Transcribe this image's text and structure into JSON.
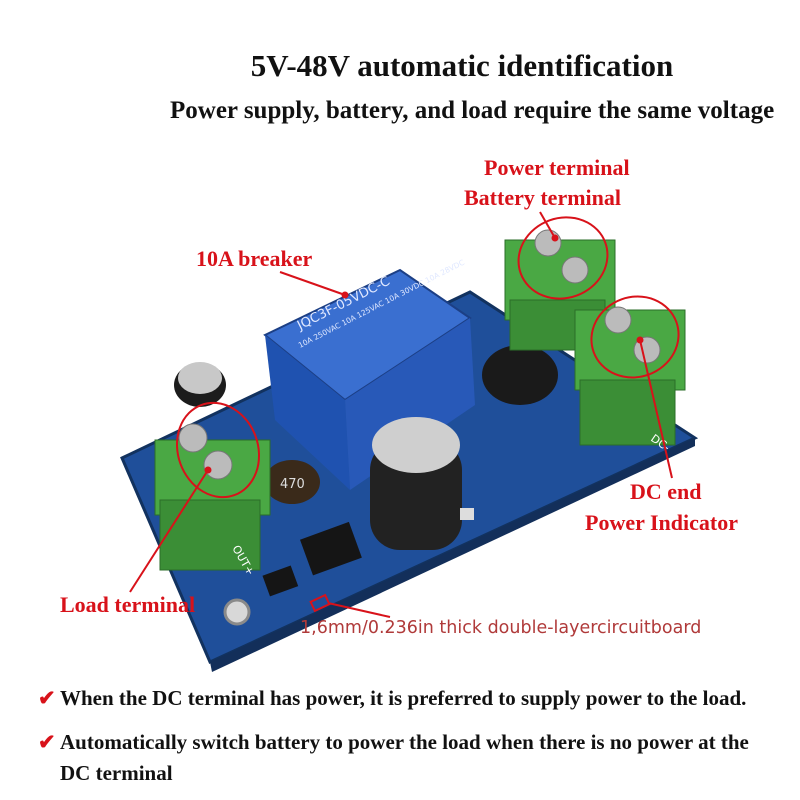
{
  "header": {
    "title": "5V-48V automatic identification",
    "subtitle": "Power supply, battery, and load require the same voltage"
  },
  "callouts": {
    "power_terminal": "Power terminal",
    "battery_terminal": "Battery terminal",
    "breaker": "10A breaker",
    "dc_end": "DC end",
    "power_indicator": "Power Indicator",
    "load_terminal": "Load terminal",
    "board_thickness": "1,6mm/0.236in thick double-layercircuitboard"
  },
  "board_markings": {
    "relay_model": "JQC3F-05VDC-C",
    "relay_rating": "10A 250VAC 10A 125VAC 10A 30VDC 10A 28VDC",
    "inductor": "470",
    "out_label": "OUT+",
    "dc_label": "DC-"
  },
  "features": [
    {
      "icon": "checkmark-icon",
      "text": "When the DC terminal has power, it is preferred to supply power to the load."
    },
    {
      "icon": "checkmark-icon",
      "text": "Automatically switch battery to power the load when there is no power at the"
    },
    {
      "icon": "",
      "text": "DC terminal"
    }
  ],
  "colors": {
    "accent": "#d8121a",
    "pcb": "#1f4f9a",
    "terminal": "#3f9a3a",
    "relay": "#2a5cb8"
  }
}
